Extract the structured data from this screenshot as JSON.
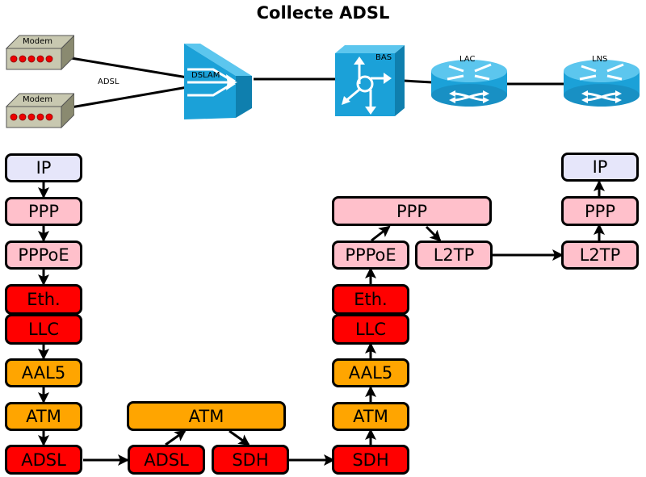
{
  "title": "Collecte ADSL",
  "devices": {
    "modem_top": {
      "label": "Modem",
      "icon": "modem-icon"
    },
    "modem_bottom": {
      "label": "Modem",
      "icon": "modem-icon"
    },
    "link_label": "ADSL",
    "dslam": {
      "label": "DSLAM",
      "icon": "dslam-icon"
    },
    "bas": {
      "label": "BAS",
      "icon": "bas-switch-icon"
    },
    "lac": {
      "label": "LAC",
      "icon": "router-icon"
    },
    "lns": {
      "label": "LNS",
      "icon": "router-icon"
    }
  },
  "stacks": {
    "client": [
      "IP",
      "PPP",
      "PPPoE",
      "Eth.",
      "LLC",
      "AAL5",
      "ATM",
      "ADSL"
    ],
    "dslam": {
      "top": "ATM",
      "left": "ADSL",
      "right": "SDH"
    },
    "bas": {
      "ppp": "PPP",
      "pppoe": "PPPoE",
      "l2tp": "L2TP",
      "eth": "Eth.",
      "llc": "LLC",
      "aal5": "AAL5",
      "atm": "ATM",
      "sdh": "SDH"
    },
    "lns": [
      "IP",
      "PPP",
      "L2TP"
    ]
  },
  "colors": {
    "ip": "#e6e6fa",
    "ppp_layer": "#ffc0cb",
    "link_layer": "#ff0000",
    "atm_layer": "#ffa500",
    "device_blue": "#1ba1d8"
  }
}
